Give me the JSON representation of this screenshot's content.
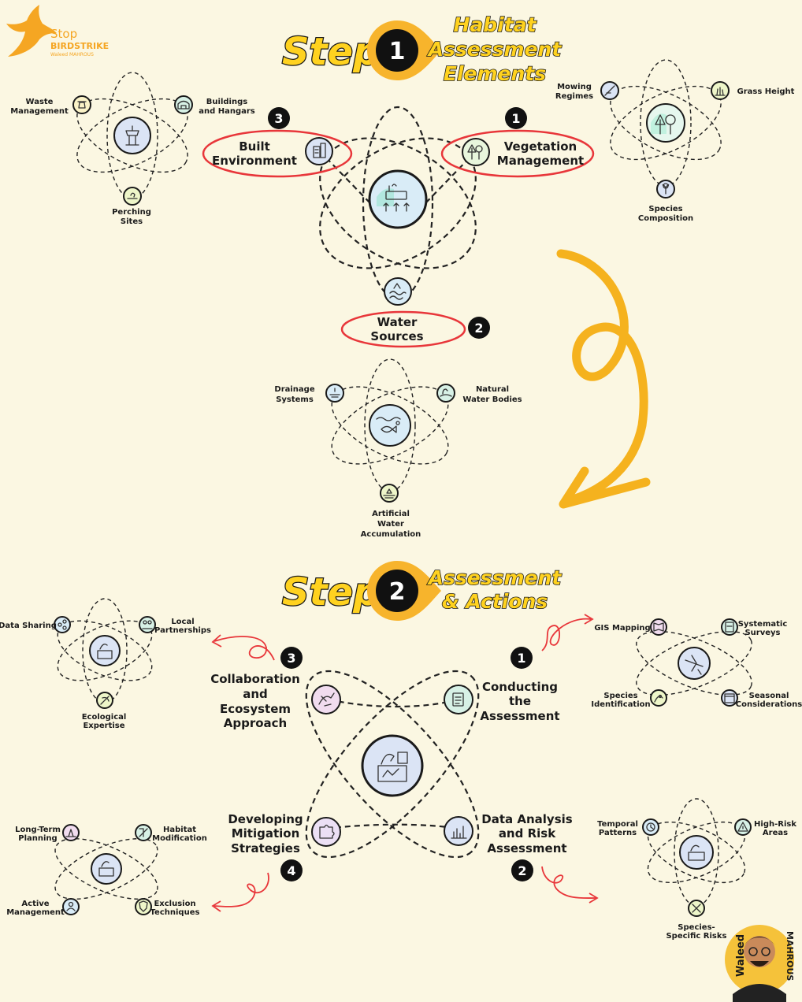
{
  "brand": {
    "line1": "Stop",
    "line2": "BIRDSTRIKE",
    "line3": "Waleed MAHROUS"
  },
  "author": {
    "first": "Waleed",
    "last": "MAHROUS"
  },
  "colors": {
    "background": "#fbf7e2",
    "accent_yellow": "#ffd21f",
    "highlight_red": "#e8363a",
    "badge": "#111111"
  },
  "step1": {
    "word": "Step",
    "number": "1",
    "title_lines": [
      "Habitat",
      "Assessment",
      "Elements"
    ],
    "hub_icon": "airport-habitat-icon",
    "items": [
      {
        "badge": "1",
        "label_lines": [
          "Vegetation",
          "Management"
        ],
        "icon": "trees-icon"
      },
      {
        "badge": "2",
        "label_lines": [
          "Water",
          "Sources"
        ],
        "icon": "water-wave-icon"
      },
      {
        "badge": "3",
        "label_lines": [
          "Built",
          "Environment"
        ],
        "icon": "building-icon"
      }
    ],
    "built_cluster": {
      "hub_icon": "control-tower-icon",
      "items": [
        {
          "label_lines": [
            "Waste",
            "Management"
          ],
          "icon": "waste-icon"
        },
        {
          "label_lines": [
            "Buildings",
            "and Hangars"
          ],
          "icon": "hangar-icon"
        },
        {
          "label_lines": [
            "Perching",
            "Sites"
          ],
          "icon": "perch-icon"
        }
      ]
    },
    "vegetation_cluster": {
      "hub_icon": "trees-icon",
      "items": [
        {
          "label_lines": [
            "Mowing",
            "Regimes"
          ],
          "icon": "mower-icon"
        },
        {
          "label_lines": [
            "Grass Height"
          ],
          "icon": "grass-icon"
        },
        {
          "label_lines": [
            "Species",
            "Composition"
          ],
          "icon": "plant-species-icon"
        }
      ]
    },
    "water_cluster": {
      "hub_icon": "fish-water-icon",
      "items": [
        {
          "label_lines": [
            "Drainage",
            "Systems"
          ],
          "icon": "drain-icon"
        },
        {
          "label_lines": [
            "Natural",
            "Water Bodies"
          ],
          "icon": "duck-pond-icon"
        },
        {
          "label_lines": [
            "Artificial",
            "Water",
            "Accumulation"
          ],
          "icon": "puddle-icon"
        }
      ]
    }
  },
  "step2": {
    "word": "Step",
    "number": "2",
    "title_lines": [
      "Assessment",
      "& Actions"
    ],
    "hub_icon": "bird-assessment-icon",
    "items": [
      {
        "badge": "1",
        "label_lines": [
          "Conducting",
          "the",
          "Assessment"
        ],
        "icon": "clipboard-icon"
      },
      {
        "badge": "2",
        "label_lines": [
          "Data Analysis",
          "and Risk",
          "Assessment"
        ],
        "icon": "bar-chart-icon"
      },
      {
        "badge": "3",
        "label_lines": [
          "Collaboration",
          "and",
          "Ecosystem",
          "Approach"
        ],
        "icon": "bird-collab-icon"
      },
      {
        "badge": "4",
        "label_lines": [
          "Developing",
          "Mitigation",
          "Strategies"
        ],
        "icon": "puzzle-icon"
      }
    ],
    "collab_cluster": {
      "hub_icon": "bird-assessment-icon",
      "items": [
        {
          "label_lines": [
            "Data Sharing"
          ],
          "icon": "share-icon"
        },
        {
          "label_lines": [
            "Local",
            "Partnerships"
          ],
          "icon": "partners-icon"
        },
        {
          "label_lines": [
            "Ecological",
            "Expertise"
          ],
          "icon": "eco-icon"
        }
      ]
    },
    "conducting_cluster": {
      "hub_icon": "airplane-bird-icon",
      "items": [
        {
          "label_lines": [
            "GIS Mapping"
          ],
          "icon": "map-icon"
        },
        {
          "label_lines": [
            "Systematic",
            "Surveys"
          ],
          "icon": "survey-icon"
        },
        {
          "label_lines": [
            "Species",
            "Identification"
          ],
          "icon": "bird-id-icon"
        },
        {
          "label_lines": [
            "Seasonal",
            "Considerations"
          ],
          "icon": "calendar-icon"
        }
      ]
    },
    "mitigation_cluster": {
      "hub_icon": "bird-assessment-icon",
      "items": [
        {
          "label_lines": [
            "Long-Term",
            "Planning"
          ],
          "icon": "planning-icon"
        },
        {
          "label_lines": [
            "Habitat",
            "Modification"
          ],
          "icon": "habitat-mod-icon"
        },
        {
          "label_lines": [
            "Active",
            "Management"
          ],
          "icon": "active-mgmt-icon"
        },
        {
          "label_lines": [
            "Exclusion",
            "Techniques"
          ],
          "icon": "shield-icon"
        }
      ]
    },
    "analysis_cluster": {
      "hub_icon": "bird-assessment-icon",
      "items": [
        {
          "label_lines": [
            "Temporal",
            "Patterns"
          ],
          "icon": "clock-icon"
        },
        {
          "label_lines": [
            "High-Risk",
            "Areas"
          ],
          "icon": "risk-icon"
        },
        {
          "label_lines": [
            "Species-",
            "Specific Risks"
          ],
          "icon": "species-risk-icon"
        }
      ]
    }
  }
}
